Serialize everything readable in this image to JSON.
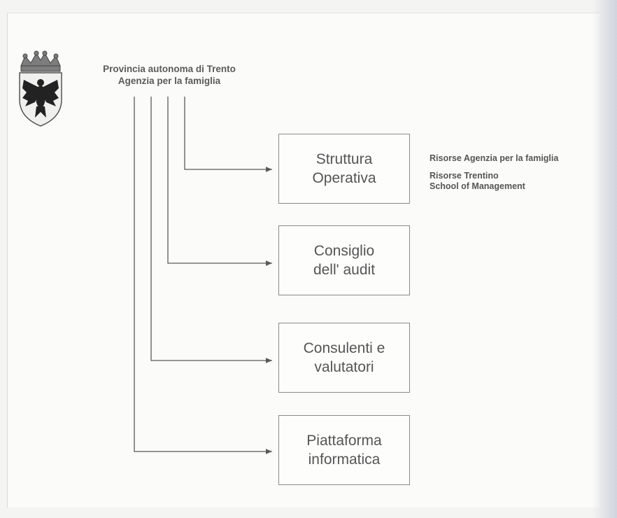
{
  "header": {
    "line1": "Provincia autonoma di Trento",
    "line2": "Agenzia per la famiglia"
  },
  "emblem": {
    "icon": "eagle-coat-of-arms-icon"
  },
  "nodes": [
    {
      "line1": "Struttura",
      "line2": "Operativa"
    },
    {
      "line1": "Consiglio",
      "line2": "dell' audit"
    },
    {
      "line1": "Consulenti e",
      "line2": "valutatori"
    },
    {
      "line1": "Piattaforma",
      "line2": "informatica"
    }
  ],
  "resources": {
    "agency": "Risorse Agenzia per la famiglia",
    "tsm_line1": "Risorse Trentino",
    "tsm_line2": "School of Management"
  },
  "colors": {
    "line": "#5a5a5a",
    "box_border": "#8a8a8a",
    "text": "#555555"
  }
}
